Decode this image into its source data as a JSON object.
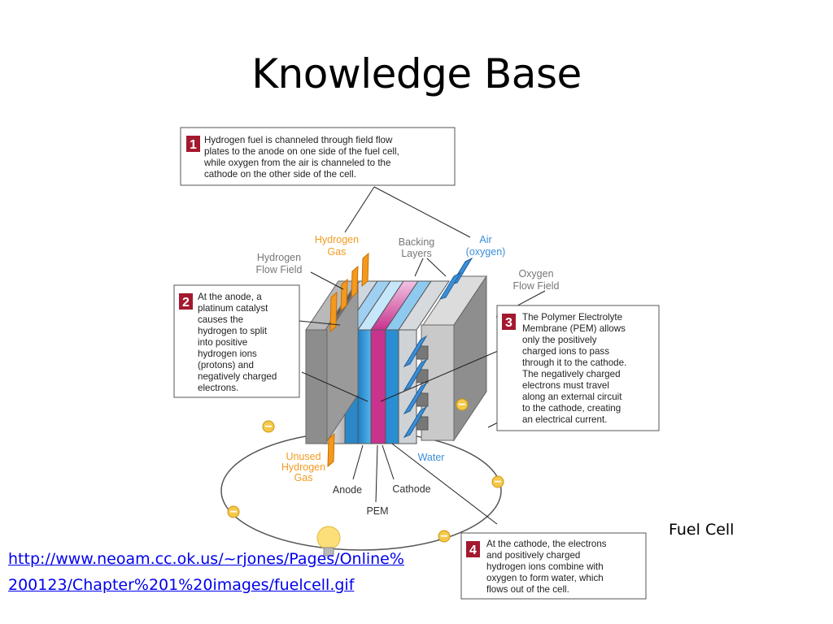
{
  "slide": {
    "title": "Knowledge Base",
    "caption": "Fuel Cell",
    "link": "http://www.neoam.cc.ok.us/~rjones/Pages/Online%200123/Chapter%201%20images/fuelcell.gif"
  },
  "diagram": {
    "labels": {
      "hydrogen_gas": [
        "Hydrogen",
        "Gas"
      ],
      "backing_layers": [
        "Backing",
        "Layers"
      ],
      "air": [
        "Air",
        "(oxygen)"
      ],
      "hydrogen_flow_field": [
        "Hydrogen",
        "Flow Field"
      ],
      "oxygen_flow_field": [
        "Oxygen",
        "Flow Field"
      ],
      "unused_hydrogen": [
        "Unused",
        "Hydrogen",
        "Gas"
      ],
      "water": "Water",
      "anode": "Anode",
      "cathode": "Cathode",
      "pem": "PEM"
    },
    "steps": [
      {
        "number": "1",
        "lines": [
          "Hydrogen fuel is channeled through field flow",
          "plates to the anode on one side of the fuel cell,",
          "while oxygen from the air is channeled to the",
          "cathode on the other side of the cell."
        ]
      },
      {
        "number": "2",
        "lines": [
          "At the anode, a",
          "platinum catalyst",
          "causes the",
          "hydrogen to split",
          "into positive",
          "hydrogen ions",
          "(protons) and",
          "negatively charged",
          "electrons."
        ]
      },
      {
        "number": "3",
        "lines": [
          "The Polymer Electrolyte",
          "Membrane (PEM) allows",
          "only the positively",
          "charged ions to pass",
          "through it to the cathode.",
          "The negatively charged",
          "electrons must travel",
          "along an external circuit",
          "to the cathode, creating",
          "an electrical current."
        ]
      },
      {
        "number": "4",
        "lines": [
          "At the cathode, the electrons",
          "and positively charged",
          "hydrogen ions combine with",
          "oxygen to form water, which",
          "flows out of the cell."
        ]
      }
    ],
    "electron_symbol": "−",
    "colors": {
      "hydrogen": "#f39a1e",
      "oxygen_water": "#3a8fd8",
      "pem": "#c8338e",
      "step_badge": "#a3192f",
      "electron": "#f6c84a"
    }
  }
}
